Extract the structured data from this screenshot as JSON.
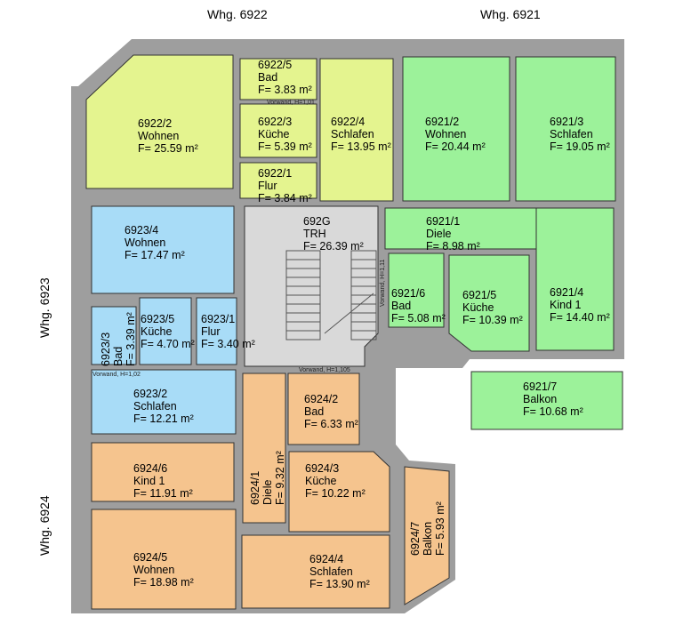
{
  "colors": {
    "whg6922": "#e4f48f",
    "whg6921": "#9cf29a",
    "whg6923": "#a8dcf7",
    "whg6924": "#f5c48e",
    "stair": "#d9d9d9",
    "wall": "#9e9e9e"
  },
  "units": {
    "u6922": "Whg. 6922",
    "u6921": "Whg. 6921",
    "u6923": "Whg. 6923",
    "u6924": "Whg. 6924"
  },
  "rooms": [
    {
      "id": "6922/2",
      "name": "Wohnen",
      "area": "F= 25.59 m²"
    },
    {
      "id": "6922/5",
      "name": "Bad",
      "area": "F= 3.83 m²"
    },
    {
      "id": "6922/3",
      "name": "Küche",
      "area": "F= 5.39 m²"
    },
    {
      "id": "6922/1",
      "name": "Flur",
      "area": "F= 3.84 m²"
    },
    {
      "id": "6922/4",
      "name": "Schlafen",
      "area": "F= 13.95 m²"
    },
    {
      "id": "6921/2",
      "name": "Wohnen",
      "area": "F= 20.44 m²"
    },
    {
      "id": "6921/3",
      "name": "Schlafen",
      "area": "F= 19.05 m²"
    },
    {
      "id": "6921/1",
      "name": "Diele",
      "area": "F= 8.98 m²"
    },
    {
      "id": "6921/6",
      "name": "Bad",
      "area": "F= 5.08 m²"
    },
    {
      "id": "6921/5",
      "name": "Küche",
      "area": "F= 10.39 m²"
    },
    {
      "id": "6921/4",
      "name": "Kind 1",
      "area": "F= 14.40 m²"
    },
    {
      "id": "6921/7",
      "name": "Balkon",
      "area": "F= 10.68 m²"
    },
    {
      "id": "692G",
      "name": "TRH",
      "area": "F= 26.39 m²"
    },
    {
      "id": "6923/4",
      "name": "Wohnen",
      "area": "F= 17.47 m²"
    },
    {
      "id": "6923/3",
      "name": "Bad",
      "area": "F= 3.39 m²"
    },
    {
      "id": "6923/5",
      "name": "Küche",
      "area": "F= 4.70 m²"
    },
    {
      "id": "6923/1",
      "name": "Flur",
      "area": "F= 3.40 m²"
    },
    {
      "id": "6923/2",
      "name": "Schlafen",
      "area": "F= 12.21 m²"
    },
    {
      "id": "6924/2",
      "name": "Bad",
      "area": "F= 6.33 m²"
    },
    {
      "id": "6924/1",
      "name": "Diele",
      "area": "F= 9.32 m²"
    },
    {
      "id": "6924/6",
      "name": "Kind 1",
      "area": "F= 11.91 m²"
    },
    {
      "id": "6924/3",
      "name": "Küche",
      "area": "F= 10.22 m²"
    },
    {
      "id": "6924/5",
      "name": "Wohnen",
      "area": "F= 18.98 m²"
    },
    {
      "id": "6924/4",
      "name": "Schlafen",
      "area": "F= 13.90 m²"
    },
    {
      "id": "6924/7",
      "name": "Balkon",
      "area": "F= 5.93 m²"
    }
  ],
  "notes": [
    "Vorwand, H=1,01",
    "Vorwand, H=1,02",
    "Vorwand, H=1,11",
    "Vorwand, H=1,105"
  ]
}
